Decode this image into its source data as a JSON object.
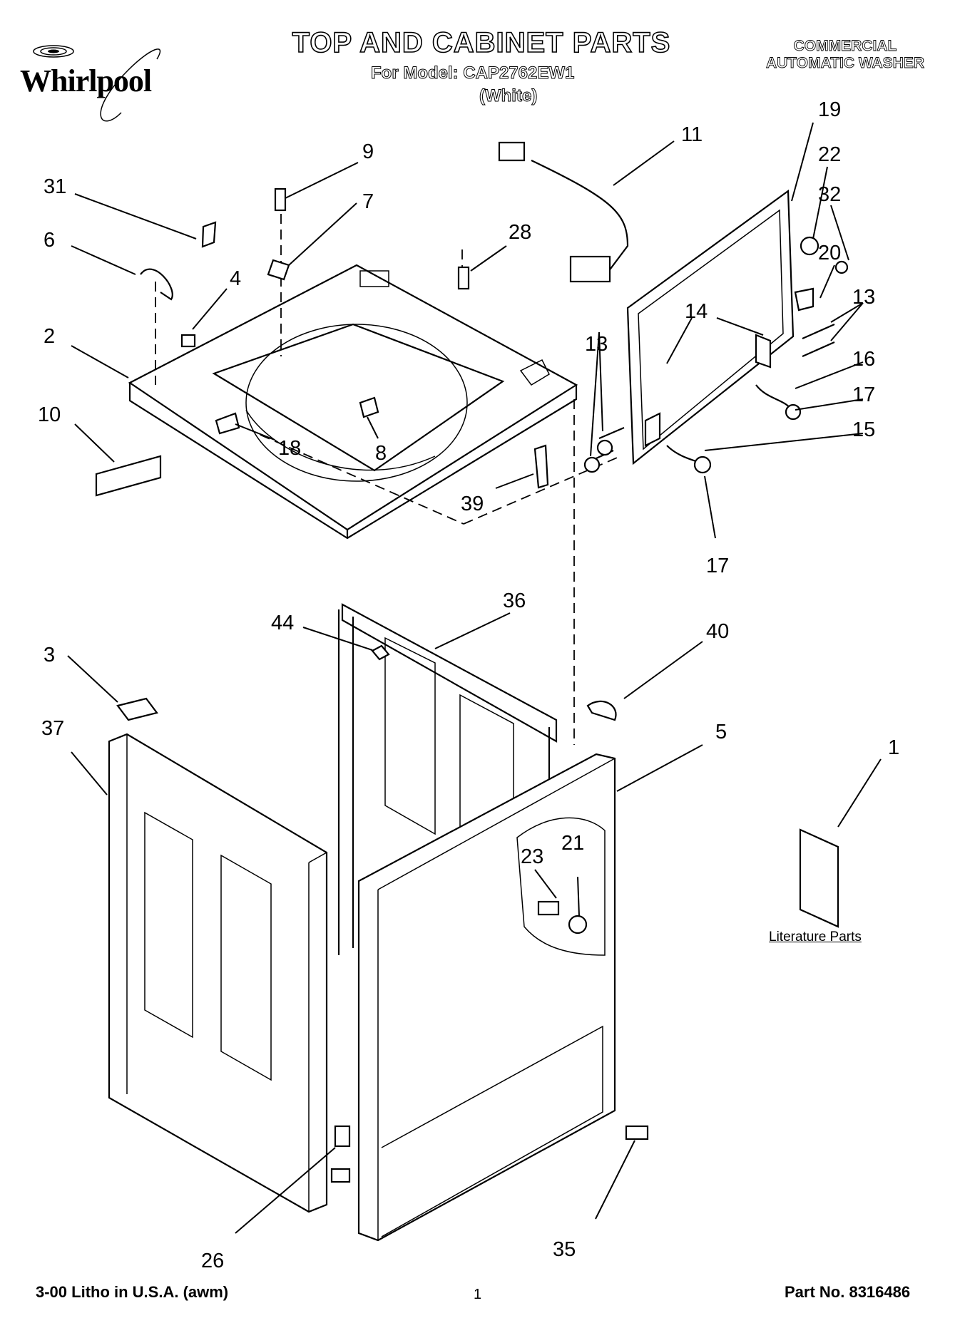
{
  "brand": "Whirlpool",
  "header": {
    "title": "TOP AND CABINET PARTS",
    "model_line": "For Model: CAP2762EW1",
    "color_note": "(White)",
    "product_line1": "COMMERCIAL",
    "product_line2": "AUTOMATIC WASHER"
  },
  "callouts": [
    "31",
    "9",
    "7",
    "6",
    "4",
    "2",
    "28",
    "11",
    "19",
    "22",
    "32",
    "20",
    "13",
    "14",
    "16",
    "17",
    "15",
    "10",
    "18",
    "8",
    "39",
    "36",
    "44",
    "40",
    "3",
    "37",
    "5",
    "1",
    "23",
    "21",
    "26",
    "35"
  ],
  "literature_label": "Literature Parts",
  "footer": {
    "left": "3-00 Litho in U.S.A. (awm)",
    "page": "1",
    "right": "Part No. 8316486"
  }
}
